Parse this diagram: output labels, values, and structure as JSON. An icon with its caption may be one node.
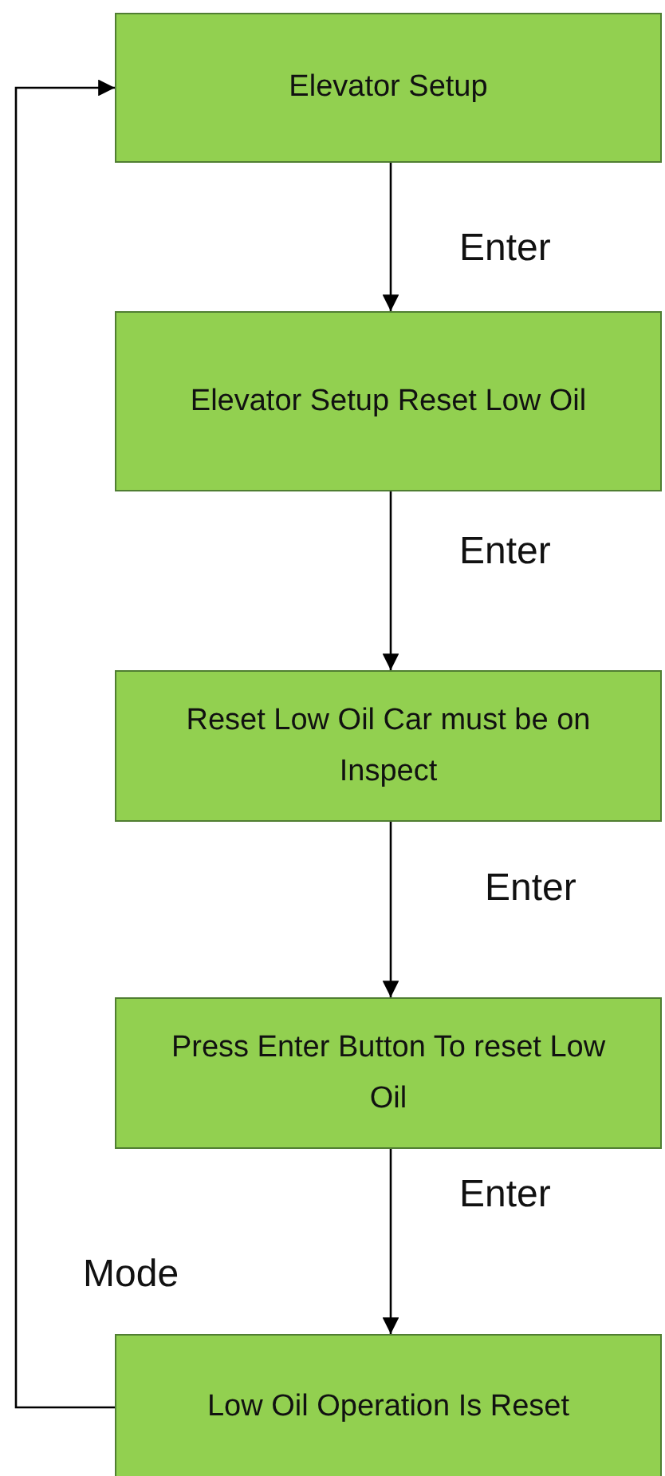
{
  "diagram": {
    "nodes": [
      {
        "text": [
          "Elevator Setup"
        ]
      },
      {
        "text": [
          "Elevator Setup Reset Low Oil"
        ]
      },
      {
        "text": [
          "Reset Low Oil Car must be on Inspect"
        ]
      },
      {
        "text": [
          "Press Enter Button To reset Low Oil"
        ]
      },
      {
        "text": [
          "Low Oil Operation Is Reset"
        ]
      }
    ],
    "edges": [
      {
        "from": 0,
        "to": 1,
        "arrow": "to",
        "label": "Enter"
      },
      {
        "from": 1,
        "to": 2,
        "arrow": "to",
        "label": "Enter"
      },
      {
        "from": 2,
        "to": 3,
        "arrow": "to",
        "label": "Enter"
      },
      {
        "from": 3,
        "to": 4,
        "arrow": "to",
        "label": "Enter"
      },
      {
        "from": 4,
        "to": 0,
        "arrow": "to",
        "label": "Mode"
      }
    ]
  }
}
